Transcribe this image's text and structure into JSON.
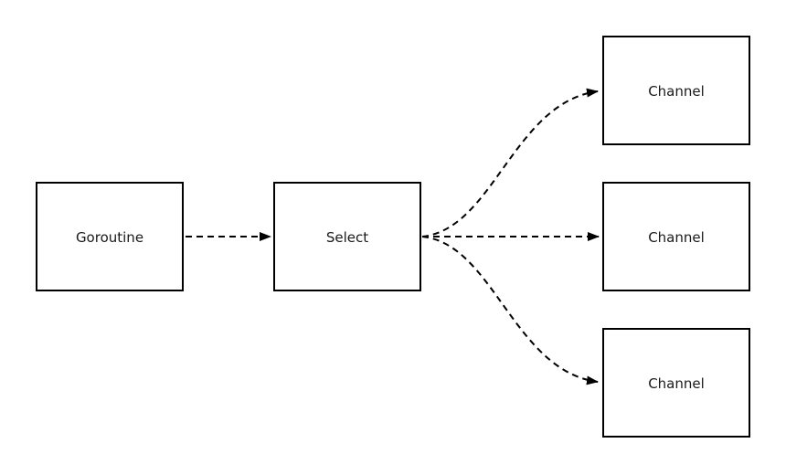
{
  "diagram": {
    "title": "goroutine-select-channels-flow",
    "background_color": "#ffffff",
    "stroke_color": "#000000",
    "text_color": "#1a1a1a",
    "node_fill_color": "#ffffff",
    "edge_style": "dashed",
    "nodes": [
      {
        "id": "goroutine",
        "label": "Goroutine"
      },
      {
        "id": "select",
        "label": "Select"
      },
      {
        "id": "channel-1",
        "label": "Channel"
      },
      {
        "id": "channel-2",
        "label": "Channel"
      },
      {
        "id": "channel-3",
        "label": "Channel"
      }
    ],
    "edges": [
      {
        "from": "goroutine",
        "to": "select",
        "style": "dashed-arrow"
      },
      {
        "from": "select",
        "to": "channel-1",
        "style": "dashed-arrow"
      },
      {
        "from": "select",
        "to": "channel-2",
        "style": "dashed-arrow"
      },
      {
        "from": "select",
        "to": "channel-3",
        "style": "dashed-arrow"
      }
    ]
  }
}
